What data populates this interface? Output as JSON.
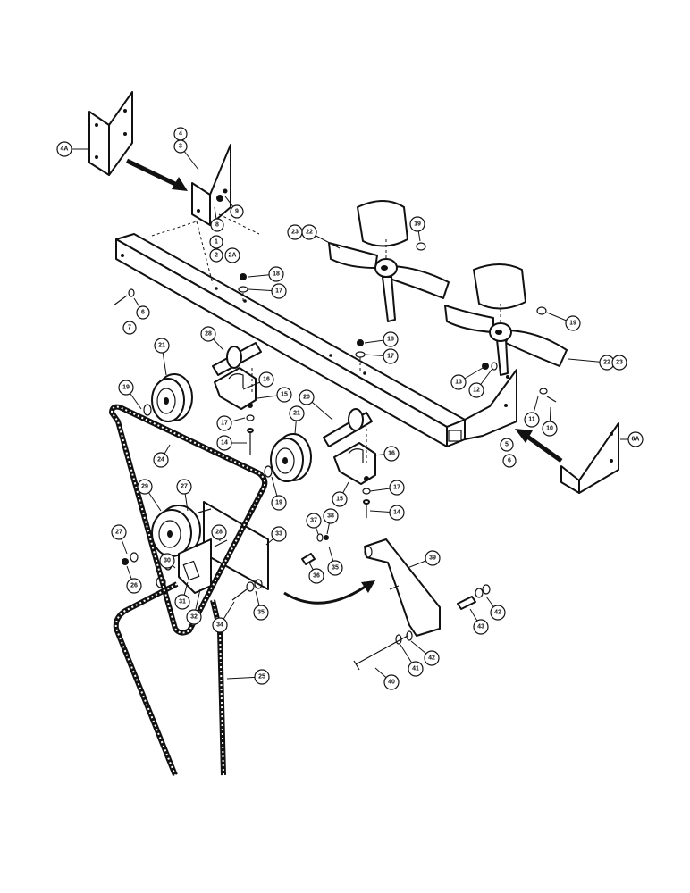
{
  "callouts": [
    {
      "id": "4A",
      "label": "4A"
    },
    {
      "id": "4",
      "label": "4"
    },
    {
      "id": "3",
      "label": "3"
    },
    {
      "id": "8",
      "label": "8"
    },
    {
      "id": "9",
      "label": "9"
    },
    {
      "id": "1",
      "label": "1"
    },
    {
      "id": "2",
      "label": "2"
    },
    {
      "id": "2A",
      "label": "2A"
    },
    {
      "id": "23a",
      "label": "23"
    },
    {
      "id": "22a",
      "label": "22"
    },
    {
      "id": "19a",
      "label": "19"
    },
    {
      "id": "18a",
      "label": "18"
    },
    {
      "id": "17a",
      "label": "17"
    },
    {
      "id": "7",
      "label": "7"
    },
    {
      "id": "6a",
      "label": "6"
    },
    {
      "id": "28a",
      "label": "28"
    },
    {
      "id": "18b",
      "label": "18"
    },
    {
      "id": "17b",
      "label": "17"
    },
    {
      "id": "19b",
      "label": "19"
    },
    {
      "id": "22b",
      "label": "22"
    },
    {
      "id": "23b",
      "label": "23"
    },
    {
      "id": "21a",
      "label": "21"
    },
    {
      "id": "16a",
      "label": "16"
    },
    {
      "id": "15a",
      "label": "15"
    },
    {
      "id": "19c",
      "label": "19"
    },
    {
      "id": "17c",
      "label": "17"
    },
    {
      "id": "14a",
      "label": "14"
    },
    {
      "id": "24",
      "label": "24"
    },
    {
      "id": "20",
      "label": "20"
    },
    {
      "id": "21b",
      "label": "21"
    },
    {
      "id": "13",
      "label": "13"
    },
    {
      "id": "12",
      "label": "12"
    },
    {
      "id": "11",
      "label": "11"
    },
    {
      "id": "10",
      "label": "10"
    },
    {
      "id": "5",
      "label": "5"
    },
    {
      "id": "6b",
      "label": "6"
    },
    {
      "id": "6A",
      "label": "6A"
    },
    {
      "id": "16b",
      "label": "16"
    },
    {
      "id": "17d",
      "label": "17"
    },
    {
      "id": "15b",
      "label": "15"
    },
    {
      "id": "19d",
      "label": "19"
    },
    {
      "id": "14b",
      "label": "14"
    },
    {
      "id": "29",
      "label": "29"
    },
    {
      "id": "27a",
      "label": "27"
    },
    {
      "id": "27b",
      "label": "27"
    },
    {
      "id": "26",
      "label": "26"
    },
    {
      "id": "30",
      "label": "30"
    },
    {
      "id": "31",
      "label": "31"
    },
    {
      "id": "32",
      "label": "32"
    },
    {
      "id": "28b",
      "label": "28"
    },
    {
      "id": "33",
      "label": "33"
    },
    {
      "id": "37",
      "label": "37"
    },
    {
      "id": "38",
      "label": "38"
    },
    {
      "id": "35a",
      "label": "35"
    },
    {
      "id": "36",
      "label": "36"
    },
    {
      "id": "34",
      "label": "34"
    },
    {
      "id": "35b",
      "label": "35"
    },
    {
      "id": "39",
      "label": "39"
    },
    {
      "id": "42a",
      "label": "42"
    },
    {
      "id": "43",
      "label": "43"
    },
    {
      "id": "42b",
      "label": "42"
    },
    {
      "id": "41",
      "label": "41"
    },
    {
      "id": "40",
      "label": "40"
    },
    {
      "id": "25",
      "label": "25"
    }
  ]
}
